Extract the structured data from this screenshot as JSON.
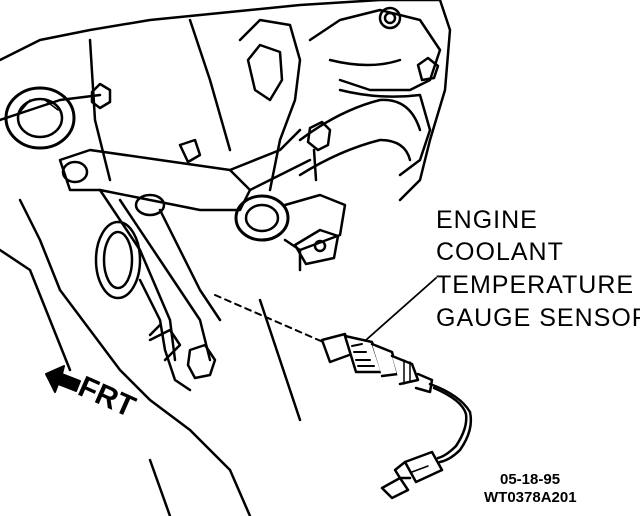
{
  "callout": {
    "lines": [
      "ENGINE",
      "COOLANT",
      "TEMPERATURE",
      "GAUGE SENSOR"
    ]
  },
  "direction_label": "FRT",
  "figure_ref": {
    "date": "05-18-95",
    "code": "WT0378A201"
  },
  "colors": {
    "ink": "#000000",
    "paper": "#ffffff"
  }
}
